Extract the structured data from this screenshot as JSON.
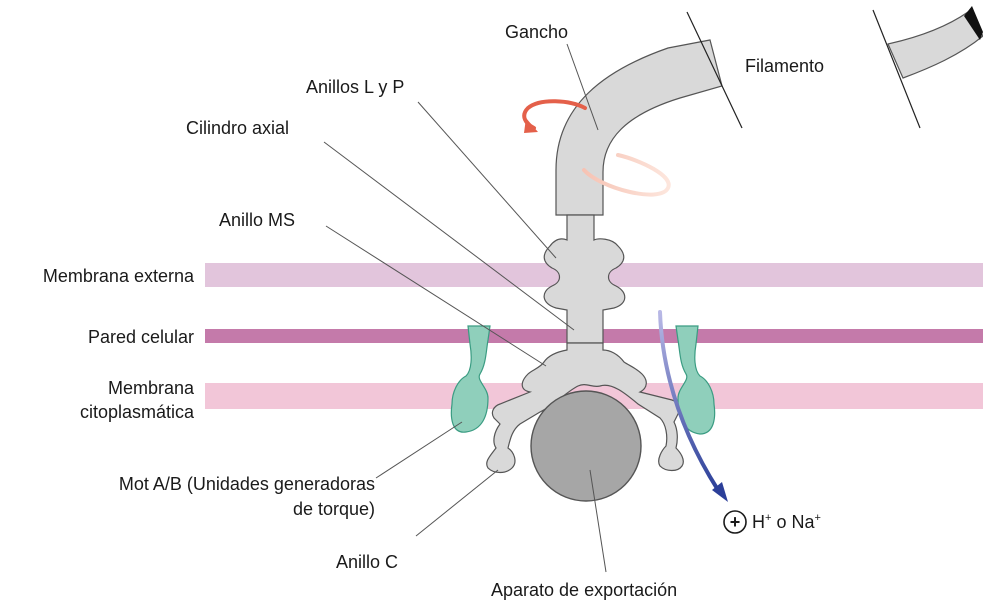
{
  "labels": {
    "gancho": "Gancho",
    "filamento": "Filamento",
    "anillos_lp": "Anillos L y P",
    "cilindro_axial": "Cilindro axial",
    "anillo_ms": "Anillo MS",
    "membrana_externa": "Membrana externa",
    "pared_celular": "Pared celular",
    "membrana_cito_1": "Membrana",
    "membrana_cito_2": "citoplasmática",
    "mot_1": "Mot A/B (Unidades generadoras",
    "mot_2": "de torque)",
    "anillo_c": "Anillo C",
    "aparato": "Aparato de exportación",
    "ion_h": "H",
    "ion_sup1": "+",
    "ion_mid": " o Na",
    "ion_sup2": "+",
    "plus_symbol": "+"
  },
  "colors": {
    "outer_membrane": "#e2c5dc",
    "cell_wall": "#c47aaa",
    "cyto_membrane": "#f2c6d8",
    "rod_fill": "#d9d9d9",
    "rod_stroke": "#555555",
    "mot_fill": "#8fcfbb",
    "mot_stroke": "#3a9c82",
    "export_fill": "#a6a6a6",
    "rotation_dark": "#e4604a",
    "rotation_light": "#f6c3b4",
    "ion_arrow_light": "#b9b9e6",
    "ion_arrow_dark": "#2b3f99"
  },
  "icons": {
    "rotation": "rotation-arrow-icon",
    "ion_flow": "ion-flow-arrow-icon",
    "plus": "plus-circle-icon"
  }
}
